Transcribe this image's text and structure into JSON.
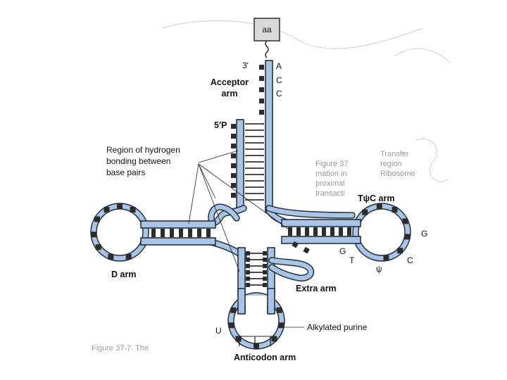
{
  "figure": {
    "aa_label": "aa",
    "three_prime": "3′",
    "five_prime": "5′P",
    "acceptor_bases": [
      "A",
      "C",
      "C"
    ],
    "acceptor_arm_label": [
      "Acceptor",
      "arm"
    ],
    "hbond_label": [
      "Region of hydrogen",
      "bonding between",
      "base pairs"
    ],
    "tpsic_arm_label": "TψC arm",
    "d_arm_label": "D arm",
    "extra_arm_label": "Extra arm",
    "alkylated_label": "Alkylated purine",
    "anticodon_arm_label": "Anticodon arm",
    "loop_letters": {
      "G_right": "G",
      "G_inner": "G",
      "T": "T",
      "psi": "ψ",
      "C": "C",
      "U": "U"
    }
  },
  "background_text": [
    "Figure 37",
    "mation in",
    "proximal",
    "transacti",
    "Figure 37-7. The",
    "Transfer",
    "region",
    "Ribosome"
  ],
  "colors": {
    "strand_fill": "#a9c4e4",
    "outline": "#233040",
    "nucleotide": "#2c2c2c"
  }
}
